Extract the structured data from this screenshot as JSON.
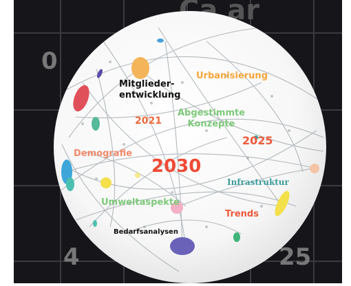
{
  "background_digits": {
    "top_fragment": "Ca   ar",
    "left_top": "0",
    "left_bottom": "4",
    "right_bottom": "25"
  },
  "globe": {
    "center_year": "2030",
    "labels": {
      "mitglieder": "Mitglieder-\nentwicklung",
      "urbanisierung": "Urbanisierung",
      "abgestimmte": "Abgestimmte\nKonzepte",
      "year_2021": "2021",
      "year_2025": "2025",
      "demografie": "Demografie",
      "infrastruktur": "Infrastruktur",
      "umweltaspekte": "Umweltaspekte",
      "trends": "Trends",
      "bedarfsanalysen": "Bedarfsanalysen"
    }
  },
  "colors": {
    "dark_bg": "#15151a",
    "grid": "#3a3a40",
    "red_orange": "#ee5a3c",
    "green": "#7ec87a",
    "orange": "#f4a63a",
    "teal": "#3b9b9a",
    "black": "#111111",
    "salmon": "#f08a6c"
  }
}
